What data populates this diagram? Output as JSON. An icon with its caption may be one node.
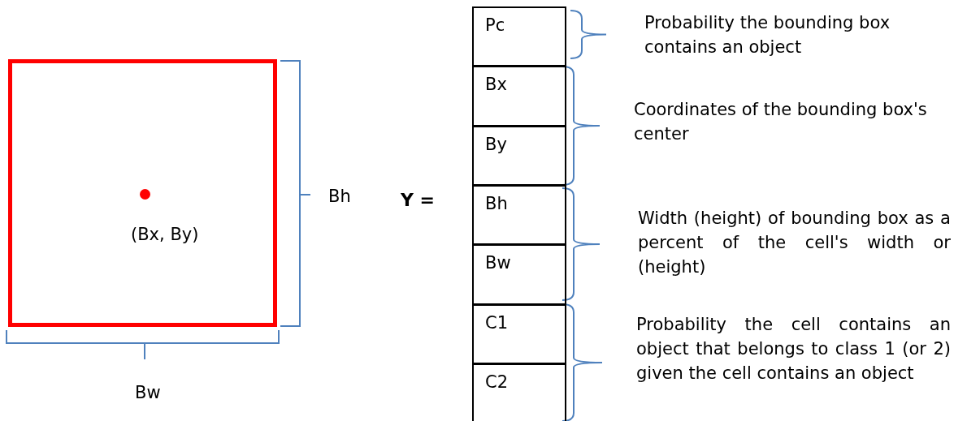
{
  "diagram": {
    "nodes": [
      {
        "text": [
          "(Bx, By)"
        ]
      },
      {
        "text": [
          "Pc"
        ]
      },
      {
        "text": [
          "Bx"
        ]
      },
      {
        "text": [
          "By"
        ]
      },
      {
        "text": [
          "Bh"
        ]
      },
      {
        "text": [
          "Bw"
        ]
      },
      {
        "text": [
          "C1"
        ]
      },
      {
        "text": [
          "C2"
        ]
      }
    ],
    "labels": [
      "Probability the bounding box contains an object",
      "Coordinates of the bounding box's center",
      "Bh",
      "Y =",
      "Width (height) of bounding box as a percent of the cell's width or (height)",
      "Probability the cell contains an object that belongs to class 1 (or 2) given the cell contains an object",
      "Bw"
    ]
  }
}
